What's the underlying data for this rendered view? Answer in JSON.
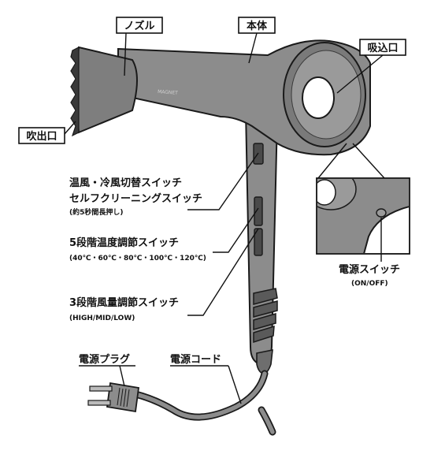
{
  "brand_mark": "MAGNET",
  "labels": {
    "nozzle": "ノズル",
    "body": "本体",
    "intake": "吸込口",
    "outlet": "吹出口",
    "switch_hot_cold": "温風・冷風切替スイッチ",
    "switch_self_clean": "セルフクリーニングスイッチ",
    "switch_self_clean_note": "(約5秒間長押し)",
    "temp_switch": "5段階温度調節スイッチ",
    "temp_values": "(40℃・60℃・80℃・100℃・120℃)",
    "airflow_switch": "3段階風量調節スイッチ",
    "airflow_values": "(HIGH/MID/LOW)",
    "power_switch": "電源スイッチ",
    "power_switch_values": "(ON/OFF)",
    "power_plug": "電源プラグ",
    "power_cord": "電源コード"
  },
  "colors": {
    "body": "#8c8c8c",
    "body_dark": "#5a5a5a",
    "outline": "#1a1a1a",
    "label_border": "#111111"
  }
}
